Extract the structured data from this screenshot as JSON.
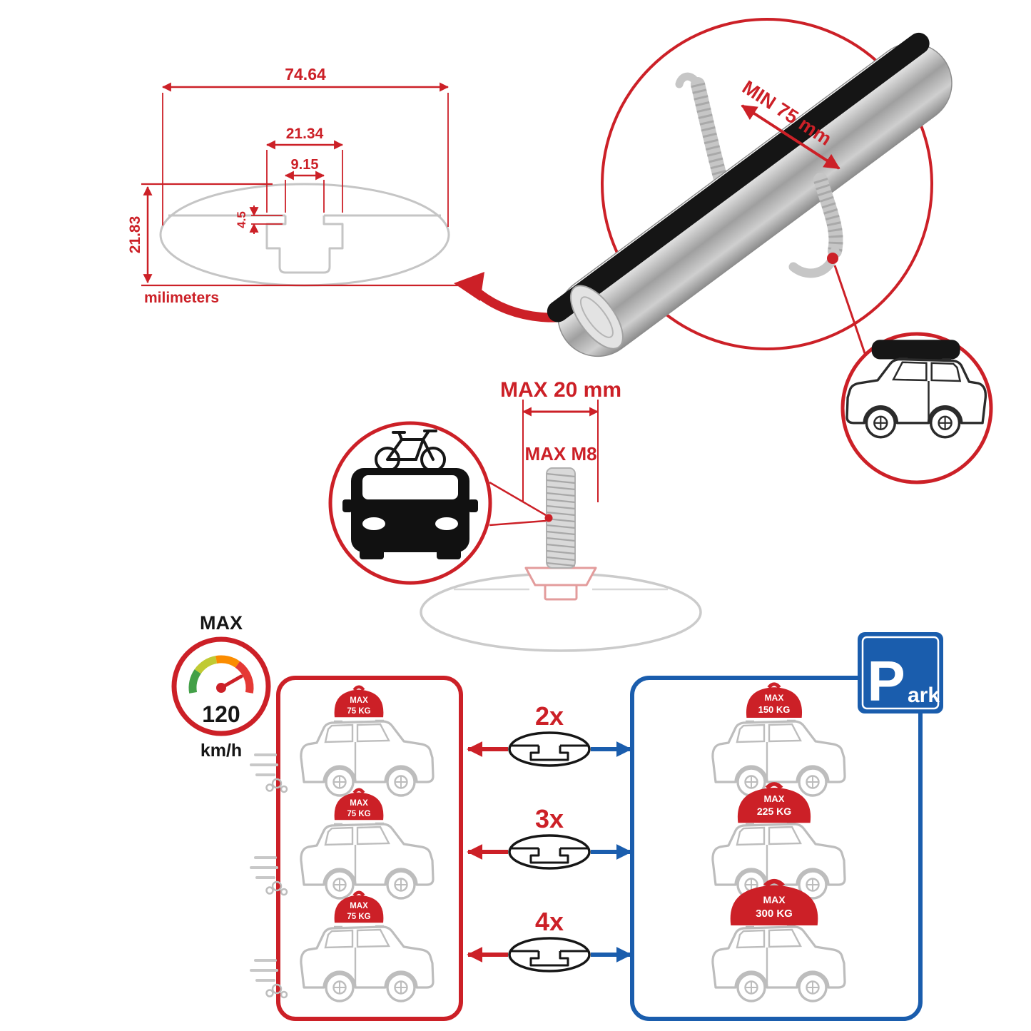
{
  "colors": {
    "accent_red": "#cc2027",
    "accent_blue": "#1a5dad",
    "line_gray": "#c5c5c5",
    "ink_black": "#161616"
  },
  "profile_dimensions": {
    "overall_width": "74.64",
    "channel_width": "21.34",
    "slot_width": "9.15",
    "lip_depth": "4.5",
    "overall_height": "21.83",
    "units": "milimeters"
  },
  "clamp": {
    "min_label": "MIN 75 mm"
  },
  "bolt": {
    "max_length": "MAX 20 mm",
    "max_thread": "MAX M8"
  },
  "speedometer": {
    "title": "MAX",
    "value": "120",
    "units": "km/h"
  },
  "parking_sign": {
    "letter": "P",
    "suffix": "ark"
  },
  "driving": {
    "loads": [
      {
        "label": "MAX",
        "value": "75 KG"
      },
      {
        "label": "MAX",
        "value": "75 KG"
      },
      {
        "label": "MAX",
        "value": "75 KG"
      }
    ]
  },
  "parked": {
    "loads": [
      {
        "label": "MAX",
        "value": "150 KG"
      },
      {
        "label": "MAX",
        "value": "225 KG"
      },
      {
        "label": "MAX",
        "value": "300 KG"
      }
    ]
  },
  "bar_counts": [
    {
      "label": "2x"
    },
    {
      "label": "3x"
    },
    {
      "label": "4x"
    }
  ]
}
